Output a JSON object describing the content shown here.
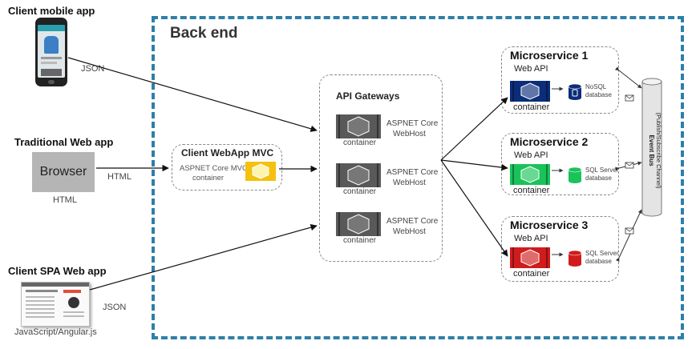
{
  "clients": {
    "mobile": {
      "title": "Client mobile app",
      "protocol": "JSON"
    },
    "web": {
      "title": "Traditional Web app",
      "browser_label": "Browser",
      "caption": "HTML",
      "protocol": "HTML"
    },
    "spa": {
      "title": "Client SPA Web app",
      "caption": "JavaScript/Angular.js",
      "protocol": "JSON"
    }
  },
  "backend": {
    "title": "Back end"
  },
  "mvc": {
    "title": "Client WebApp MVC",
    "line1": "ASPNET Core MVC",
    "line2": "container"
  },
  "gateways": {
    "title": "API Gateways",
    "items": [
      {
        "container": "container",
        "line1": "ASPNET Core",
        "line2": "WebHost"
      },
      {
        "container": "container",
        "line1": "ASPNET Core",
        "line2": "WebHost"
      },
      {
        "container": "container",
        "line1": "ASPNET Core",
        "line2": "WebHost"
      }
    ]
  },
  "microservices": [
    {
      "title": "Microservice 1",
      "api": "Web API",
      "container": "container",
      "db_line1": "NoSQL",
      "db_line2": "database",
      "color": "#0b2d7a",
      "db_color": "#0b2d7a"
    },
    {
      "title": "Microservice 2",
      "api": "Web API",
      "container": "container",
      "db_line1": "SQL Server",
      "db_line2": "database",
      "color": "#19c35a",
      "db_color": "#19c35a"
    },
    {
      "title": "Microservice 3",
      "api": "Web API",
      "container": "container",
      "db_line1": "SQL Server",
      "db_line2": "database",
      "color": "#d01c1c",
      "db_color": "#d01c1c"
    }
  ],
  "event_bus": {
    "line1": "Event Bus",
    "line2": "(Publish/Subscribe Channel)"
  },
  "colors": {
    "backend_border": "#2e7fa8",
    "mvc_container": "#f4c10f",
    "gateway_container": "#595959"
  },
  "icons": {
    "envelope": "envelope-icon",
    "database": "database-icon",
    "container": "hexagon-container-icon"
  }
}
